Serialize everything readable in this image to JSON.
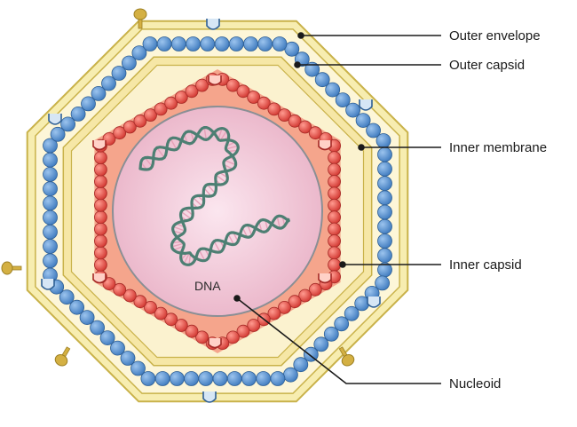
{
  "labels": {
    "outer_envelope": "Outer envelope",
    "outer_capsid": "Outer capsid",
    "inner_membrane": "Inner membrane",
    "inner_capsid": "Inner capsid",
    "nucleoid": "Nucleoid",
    "dna": "DNA"
  },
  "colors": {
    "envelope_fill": "#f7edb0",
    "envelope_stroke": "#c9b24a",
    "outer_capsid_bead": "#4f8ccf",
    "outer_capsid_bead_stroke": "#2e5f95",
    "inner_membrane_fill": "#f9f0c4",
    "inner_capsid_bead": "#e2453f",
    "inner_capsid_bead_stroke": "#a52a26",
    "inner_capsid_fill": "#f5a58c",
    "nucleoid_fill": "#f2c6d6",
    "dna_strand": "#4d7f73",
    "spike": "#d4b043",
    "leader_line": "#1a1a1a"
  }
}
